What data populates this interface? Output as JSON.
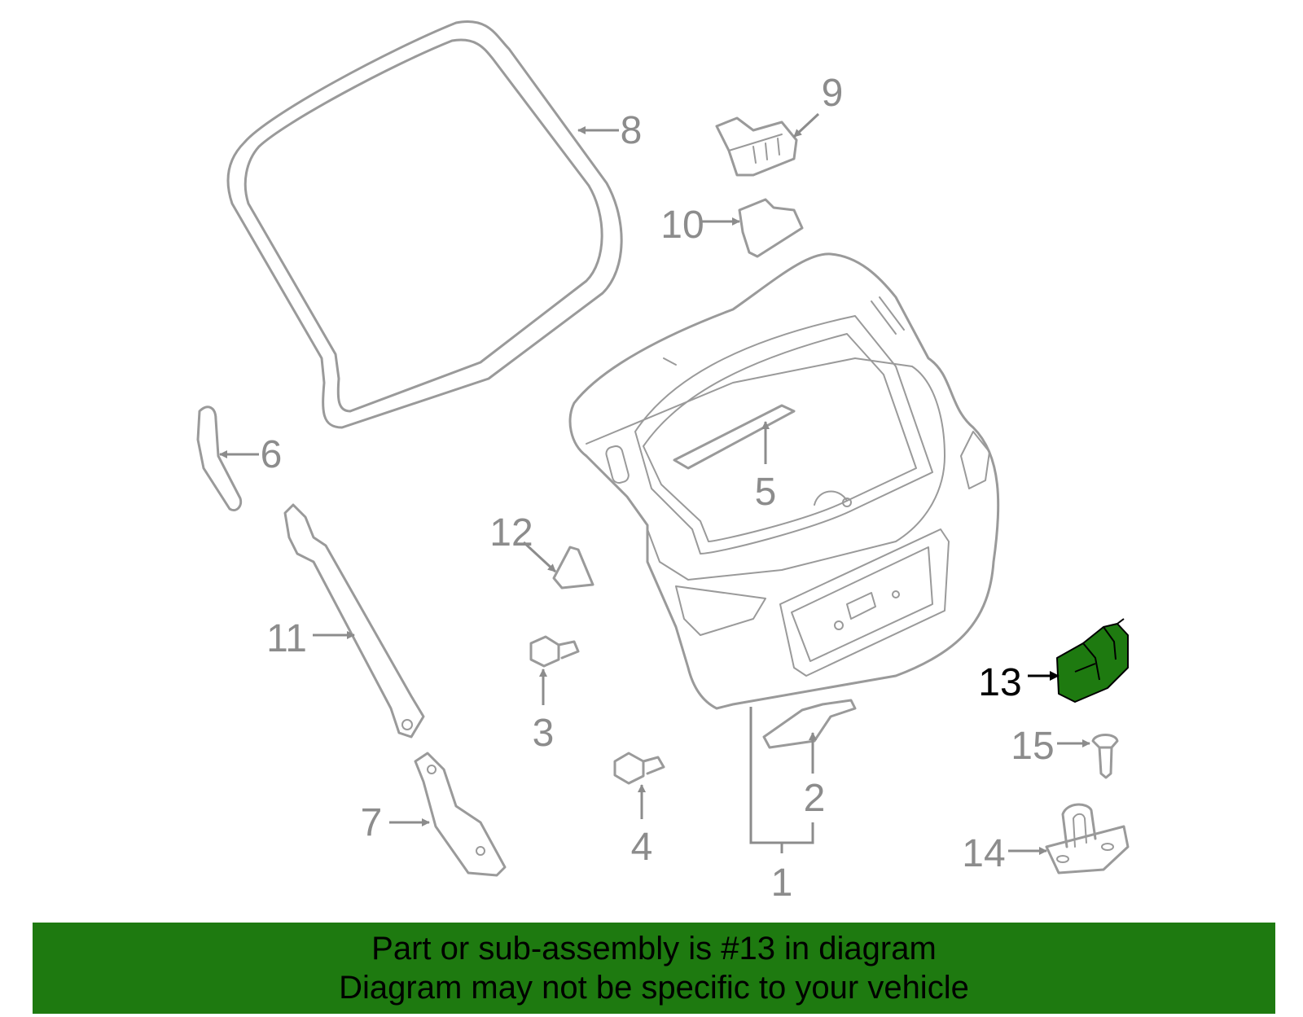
{
  "diagram": {
    "callouts": [
      "1",
      "2",
      "3",
      "4",
      "5",
      "6",
      "7",
      "8",
      "9",
      "10",
      "11",
      "12",
      "13",
      "14",
      "15"
    ],
    "highlighted_part": "13",
    "highlight_color": "#1e7a10",
    "line_color": "#9a9a9a",
    "label_color": "#8c8c8c"
  },
  "banner": {
    "line1": "Part or sub-assembly is #13 in diagram",
    "line2": "Diagram may not be specific to your vehicle",
    "background": "#1e7a10"
  }
}
